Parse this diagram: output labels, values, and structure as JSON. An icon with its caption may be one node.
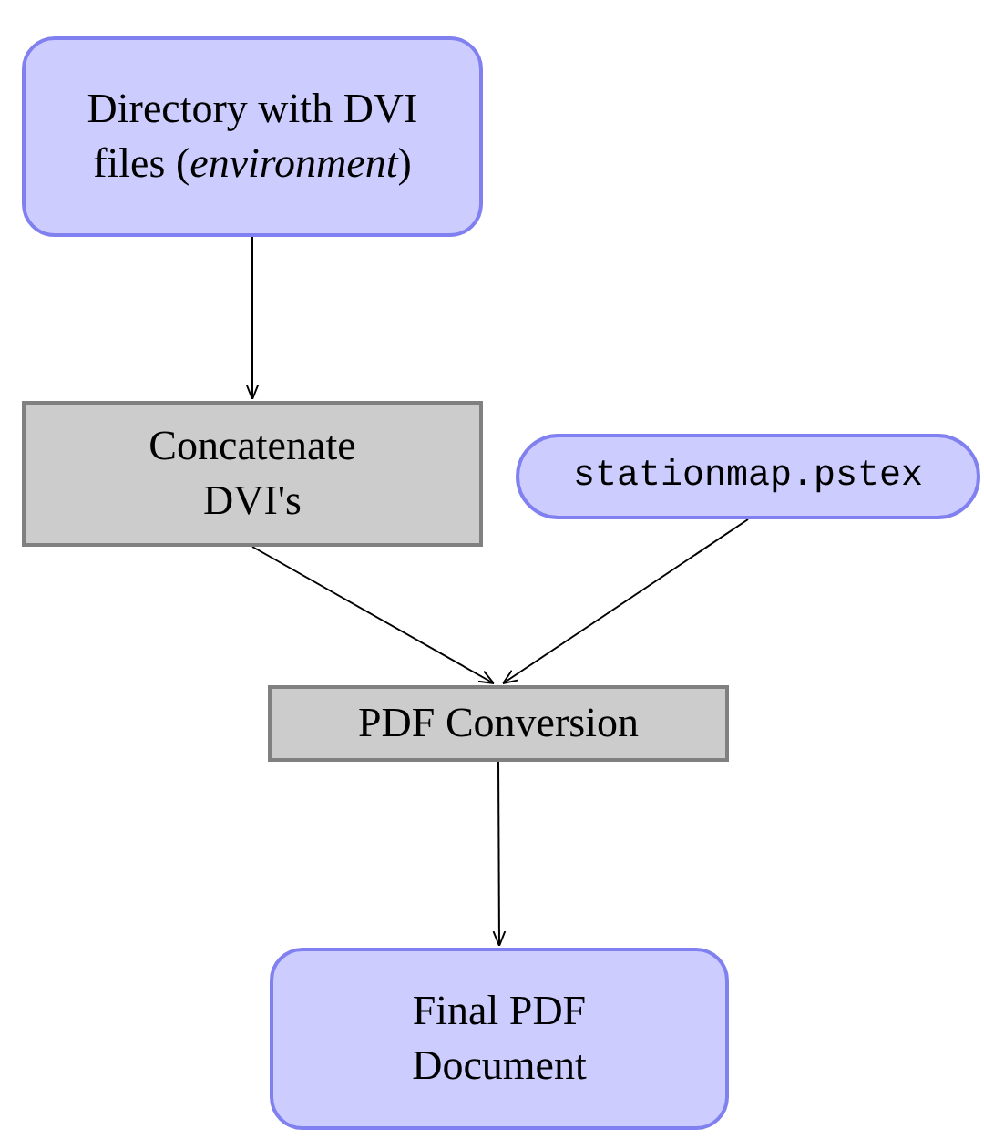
{
  "diagram": {
    "nodes": [
      {
        "text": [
          "Directory with DVI files (*environment*)"
        ]
      },
      {
        "text": [
          "Concatenate DVI's"
        ]
      },
      {
        "text": [
          "stationmap.pstex"
        ]
      },
      {
        "text": [
          "PDF Conversion"
        ]
      },
      {
        "text": [
          "Final PDF Document"
        ]
      }
    ],
    "edges": [
      {
        "from": 0,
        "to": 1,
        "arrow": "to"
      },
      {
        "from": 1,
        "to": 3,
        "arrow": "to"
      },
      {
        "from": 2,
        "to": 3,
        "arrow": "to"
      },
      {
        "from": 3,
        "to": 4,
        "arrow": "to"
      }
    ]
  }
}
